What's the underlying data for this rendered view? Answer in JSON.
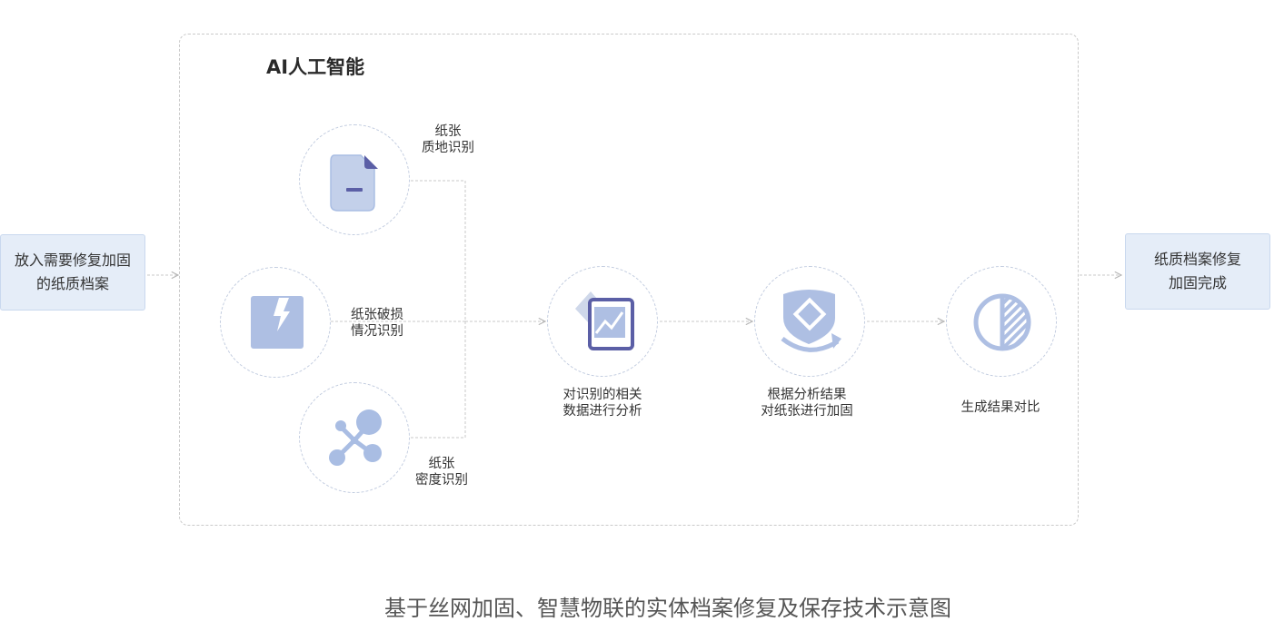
{
  "frame": {
    "title": "AI人工智能"
  },
  "input_box": {
    "line1": "放入需要修复加固",
    "line2": "的纸质档案"
  },
  "output_box": {
    "line1": "纸质档案修复",
    "line2": "加固完成"
  },
  "nodes": {
    "texture": {
      "line1": "纸张",
      "line2": "质地识别",
      "icon": "document-icon"
    },
    "damage": {
      "line1": "纸张破损",
      "line2": "情况识别",
      "icon": "broken-icon"
    },
    "density": {
      "line1": "纸张",
      "line2": "密度识别",
      "icon": "molecule-icon"
    },
    "analysis": {
      "line1": "对识别的相关",
      "line2": "数据进行分析",
      "icon": "chart-icon"
    },
    "reinforce": {
      "line1": "根据分析结果",
      "line2": "对纸张进行加固",
      "icon": "shield-icon"
    },
    "compare": {
      "line1": "生成结果对比",
      "icon": "contrast-icon"
    }
  },
  "caption": "基于丝网加固、智慧物联的实体档案修复及保存技术示意图",
  "colors": {
    "icon": "#a9bde3",
    "icon_dark": "#5b5fa6",
    "line": "#c8c8c8",
    "box": "#e5edf8"
  }
}
